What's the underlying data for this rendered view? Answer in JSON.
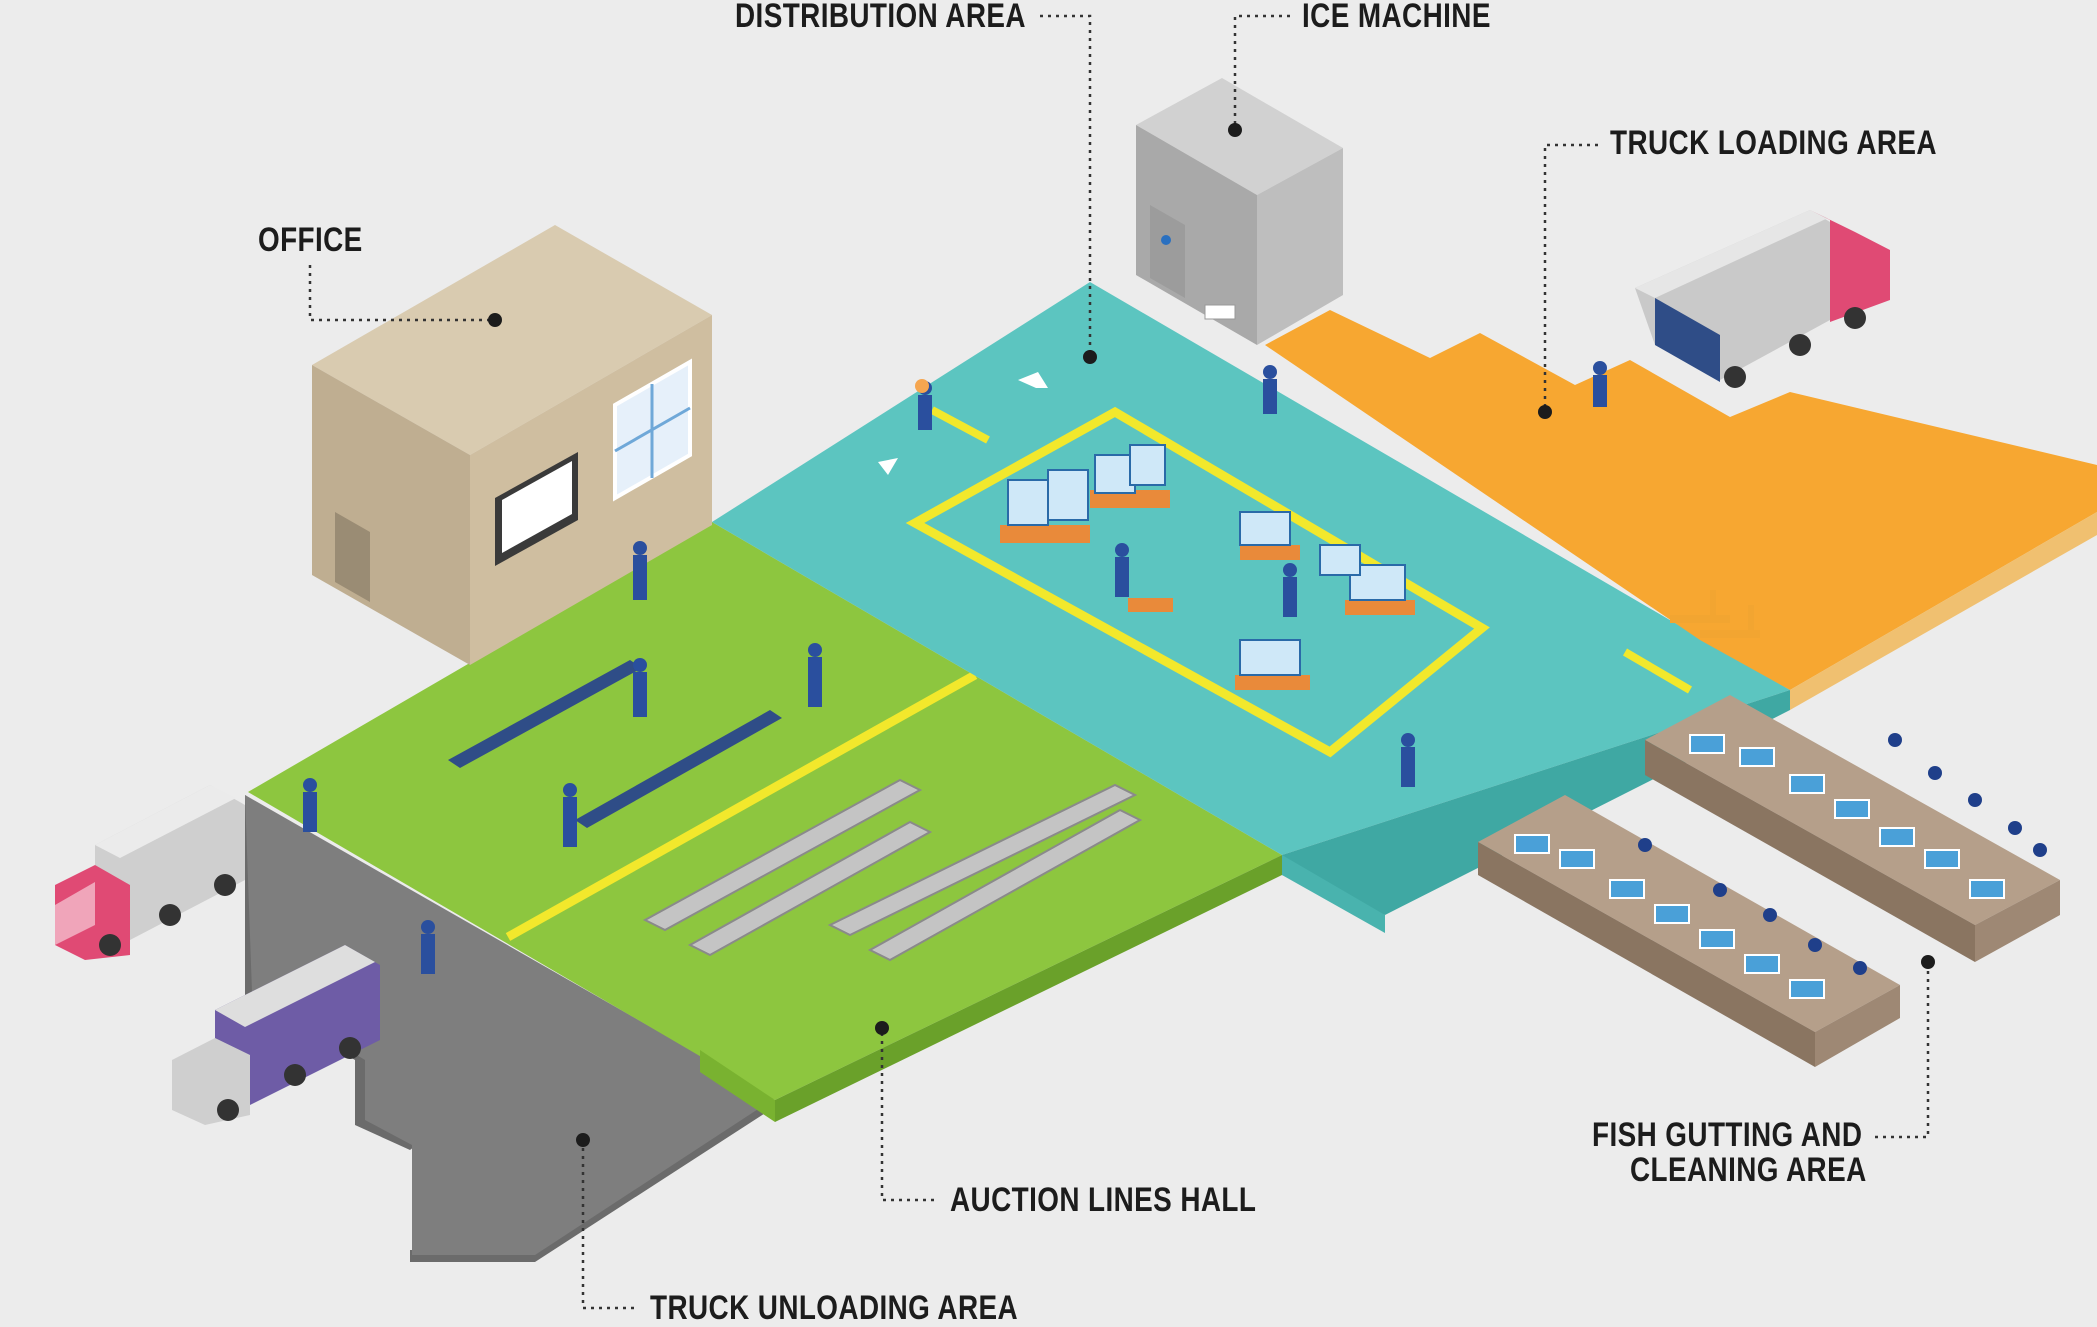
{
  "title": "Fish market floor plan",
  "labels": {
    "distribution_area": "DISTRIBUTION AREA",
    "ice_machine": "ICE MACHINE",
    "truck_loading_area": "TRUCK LOADING AREA",
    "office": "OFFICE",
    "auction_lines_hall": "AUCTION LINES HALL",
    "truck_unloading_area": "TRUCK UNLOADING AREA",
    "fish_gutting_line1": "FISH GUTTING AND",
    "fish_gutting_line2": "CLEANING AREA"
  },
  "colors": {
    "background": "#ececec",
    "distribution_floor": "#5cc5c0",
    "auction_floor": "#8dc63f",
    "truck_loading_floor": "#f7a731",
    "truck_unloading_floor": "#7a7a7a",
    "office_building": "#c8b89a",
    "ice_machine": "#b7b7b7",
    "gutting_tables": "#a08a76",
    "marking_yellow": "#f2e82c",
    "truck_red": "#e04a74",
    "worker_blue": "#2a4f9e"
  }
}
